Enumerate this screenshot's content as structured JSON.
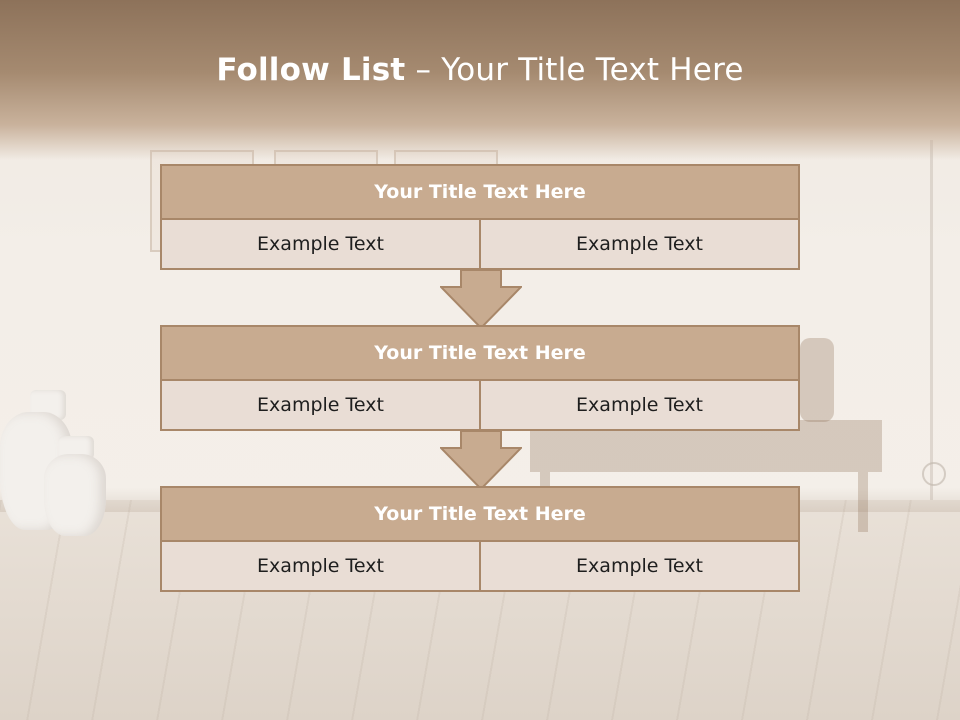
{
  "slide": {
    "title_bold": "Follow List",
    "title_rest": " – Your Title Text Here",
    "colors": {
      "header_band": "#8d725a",
      "box_header_fill": "#c8ab90",
      "box_border": "#a88769",
      "box_cell_fill": "#e9ddd5",
      "arrow_fill": "#c8ab90"
    }
  },
  "steps": [
    {
      "title": "Your Title Text Here",
      "left": "Example Text",
      "right": "Example Text"
    },
    {
      "title": "Your Title Text Here",
      "left": "Example Text",
      "right": "Example Text"
    },
    {
      "title": "Your Title Text Here",
      "left": "Example Text",
      "right": "Example Text"
    }
  ],
  "arrows": [
    {
      "icon": "down-arrow-icon"
    },
    {
      "icon": "down-arrow-icon"
    }
  ]
}
